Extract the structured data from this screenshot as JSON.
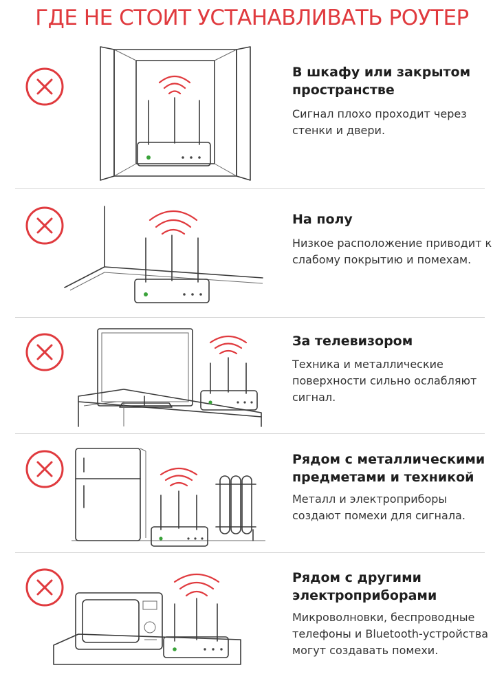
{
  "title": "ГДЕ НЕ СТОИТ УСТАНАВЛИВАТЬ РОУТЕР",
  "colors": {
    "accent": "#e03a3e",
    "divider": "#d6d6d6",
    "text": "#222222"
  },
  "items": [
    {
      "icon": "x-circle-icon",
      "illustration": "cabinet",
      "heading": "В шкафу или закрытом пространстве",
      "desc": "Сигнал плохо проходит через стенки и двери."
    },
    {
      "icon": "x-circle-icon",
      "illustration": "floor",
      "heading": "На полу",
      "desc": "Низкое расположение приводит к слабому покрытию и помехам."
    },
    {
      "icon": "x-circle-icon",
      "illustration": "tv",
      "heading": "За телевизором",
      "desc": "Техника и металлические поверхности сильно ослабляют сигнал."
    },
    {
      "icon": "x-circle-icon",
      "illustration": "fridge-radiator",
      "heading": "Рядом с металлическими предметами и техникой",
      "desc": "Металл и электроприборы создают помехи для сигнала."
    },
    {
      "icon": "x-circle-icon",
      "illustration": "microwave",
      "heading": "Рядом с другими электроприборами",
      "desc": "Микроволновки, беспроводные телефоны и Bluetooth-устройства могут создавать помехи."
    }
  ]
}
